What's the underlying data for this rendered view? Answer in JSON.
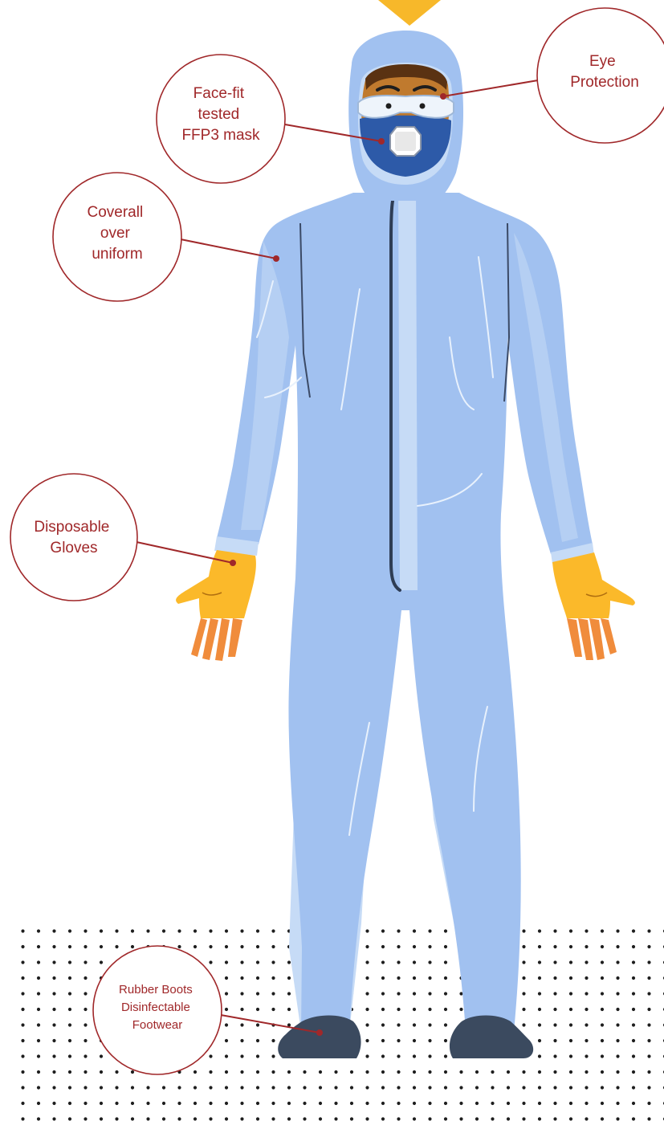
{
  "labels": {
    "eye_protection": {
      "lines": [
        "Eye",
        "Protection"
      ]
    },
    "mask": {
      "lines": [
        "Face-fit",
        "tested",
        "FFP3 mask"
      ]
    },
    "coverall": {
      "lines": [
        "Coverall",
        "over",
        "uniform"
      ]
    },
    "gloves": {
      "lines": [
        "Disposable",
        "Gloves"
      ]
    },
    "boots": {
      "lines": [
        "Rubber Boots",
        "Disinfectable",
        "Footwear"
      ]
    }
  },
  "colors": {
    "accent": "#a0282a",
    "suit": "#a1c1f0",
    "suit_light": "#c6dbf6",
    "mask": "#2d5aa8",
    "goggles": "#dfe9f5",
    "gloves": "#fbb92a",
    "gloves_fingers": "#f08c3c",
    "boots": "#3b4a5f",
    "marker": "#f7b82a"
  }
}
